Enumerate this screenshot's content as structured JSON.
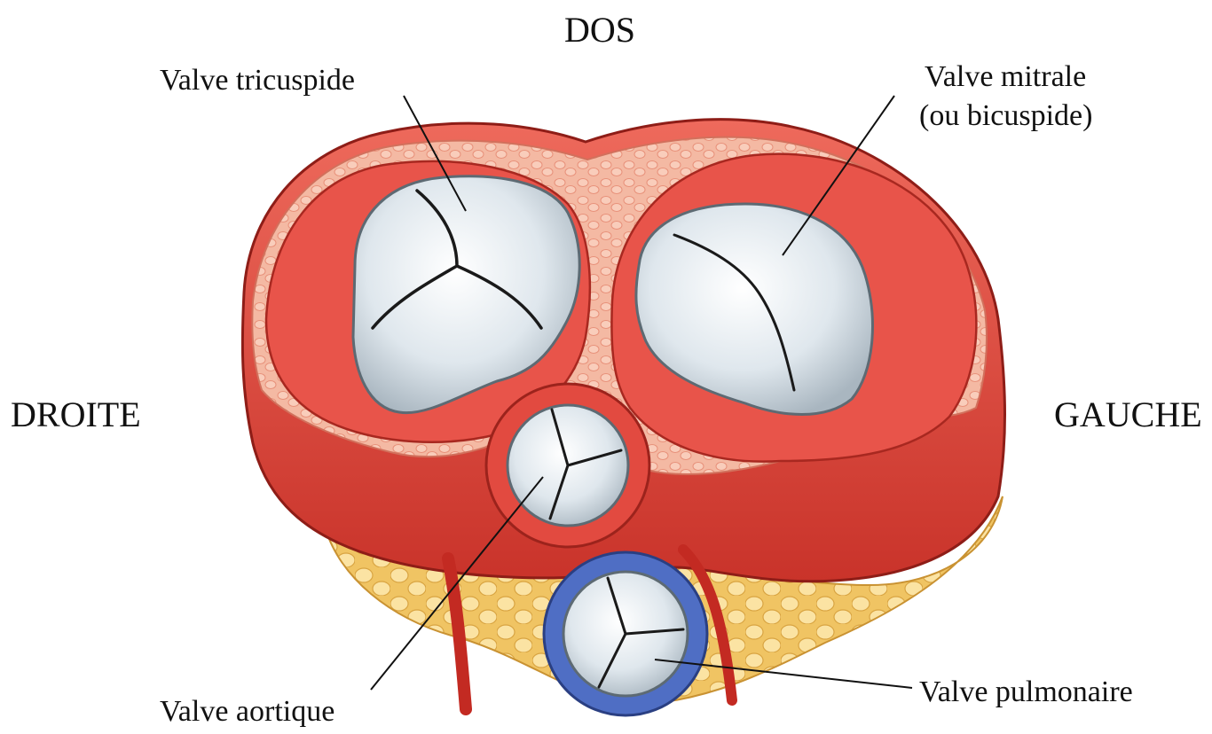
{
  "orientation": {
    "top": "DOS",
    "left": "DROITE",
    "right": "GAUCHE"
  },
  "valves": {
    "tricuspid": "Valve tricuspide",
    "mitral_line1": "Valve mitrale",
    "mitral_line2": "(ou bicuspide)",
    "aortic": "Valve aortique",
    "pulmonary": "Valve pulmonaire"
  },
  "colors": {
    "myocardium": "#e0483e",
    "myocardium_dark": "#b8261f",
    "tissue_pink": "#f2a48e",
    "fat": "#f7d37e",
    "valve_gray": "#dde6ec",
    "pulmonary_ring": "#4f6ec4"
  }
}
